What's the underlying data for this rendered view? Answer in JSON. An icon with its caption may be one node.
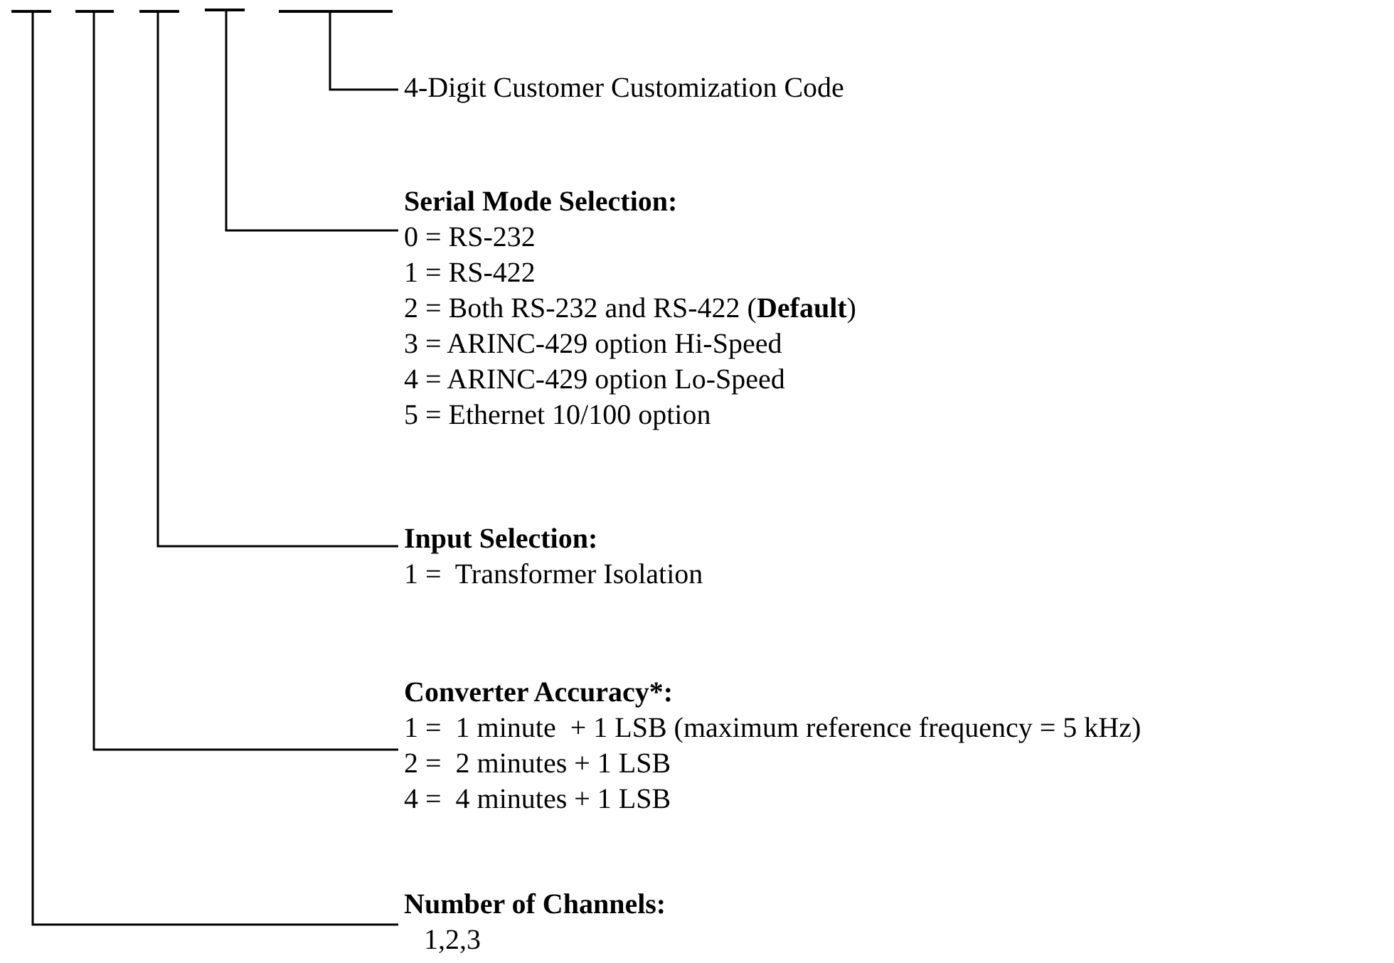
{
  "diagram": {
    "nodes": [
      {
        "text": [],
        "shape": "bar"
      },
      {
        "text": [],
        "shape": "bar"
      },
      {
        "text": [],
        "shape": "bar"
      },
      {
        "text": [],
        "shape": "bar"
      },
      {
        "text": [],
        "shape": "bar"
      },
      {
        "text": [
          "4-Digit Customer Customization Code"
        ]
      },
      {
        "text": [
          "Serial Mode Selection:",
          "0 = RS-232",
          "1 = RS-422",
          "2 = Both RS-232 and RS-422 (**Default**)",
          "3 = ARINC-429 option Hi-Speed",
          "4 = ARINC-429 option Lo-Speed",
          "5 = Ethernet 10/100 option"
        ]
      },
      {
        "text": [
          "Input Selection:",
          "1 =  Transformer Isolation"
        ]
      },
      {
        "text": [
          "Converter Accuracy*:",
          "1 =  1 minute  + 1 LSB (maximum reference frequency = 5 kHz)",
          "2 =  2 minutes + 1 LSB",
          "4 =  4 minutes + 1 LSB"
        ]
      },
      {
        "text": [
          "Number of Channels:",
          "1,2,3"
        ]
      }
    ],
    "edges": [
      {
        "from": 4,
        "to": 5,
        "arrow": "none"
      },
      {
        "from": 3,
        "to": 6,
        "arrow": "none"
      },
      {
        "from": 2,
        "to": 7,
        "arrow": "none"
      },
      {
        "from": 1,
        "to": 8,
        "arrow": "none"
      },
      {
        "from": 0,
        "to": 9,
        "arrow": "none"
      }
    ]
  }
}
